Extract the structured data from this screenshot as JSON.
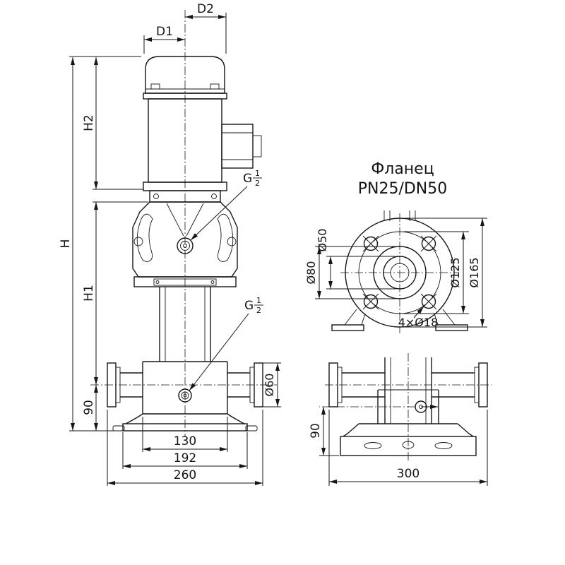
{
  "front_view": {
    "dims": {
      "d1": "D1",
      "d2": "D2",
      "h": "H",
      "h2": "H2",
      "h1": "H1",
      "base_height": "90",
      "port_flange": "Ø60",
      "width_inner": "130",
      "width_base": "192",
      "width_overall": "260"
    },
    "port_thread": {
      "letter": "G",
      "numerator": "1",
      "denominator": "2"
    }
  },
  "flange_view": {
    "title_line1": "Фланец",
    "title_line2": "PN25/DN50",
    "dims": {
      "bore": "Ø50",
      "raised_face": "Ø80",
      "bolt_circle": "Ø125",
      "outer": "Ø165",
      "bolt_holes": "4×Ø18"
    }
  },
  "side_view": {
    "dims": {
      "base_height": "90",
      "length_overall": "300"
    }
  },
  "colors": {
    "line": "#161616",
    "background": "#ffffff"
  }
}
